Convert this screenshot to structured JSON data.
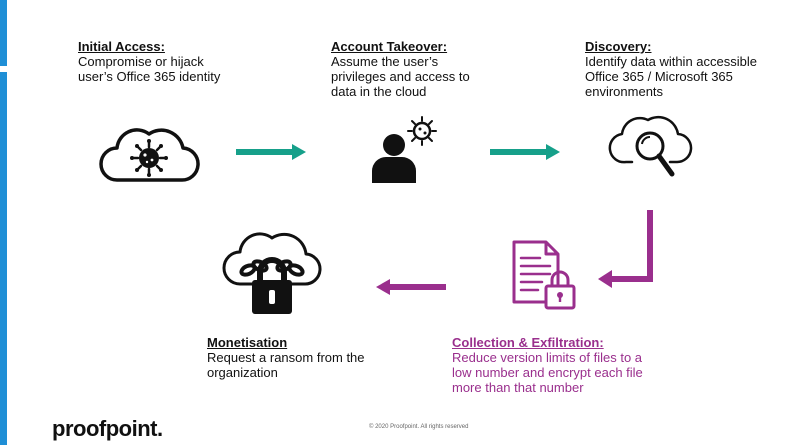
{
  "steps": [
    {
      "title": "Initial Access:",
      "desc": "Compromise or hijack\nuser’s Office 365 identity"
    },
    {
      "title": "Account Takeover:",
      "desc": "Assume the user’s\nprivileges and access to\ndata in the cloud"
    },
    {
      "title": "Discovery:",
      "desc": "Identify data within accessible\nOffice 365 / Microsoft 365\nenvironments"
    },
    {
      "title": "Collection & Exfiltration:",
      "desc": "Reduce version limits of files to a\nlow number and encrypt each file\nmore than that number"
    },
    {
      "title": "Monetisation",
      "desc": "Request a ransom from the\norganization"
    }
  ],
  "footer": {
    "logo": "proofpoint.",
    "copyright": "© 2020 Proofpoint. All rights reserved"
  },
  "colors": {
    "teal": "#16a08a",
    "magenta": "#9a2f8d",
    "accent": "#1f8fd6"
  }
}
